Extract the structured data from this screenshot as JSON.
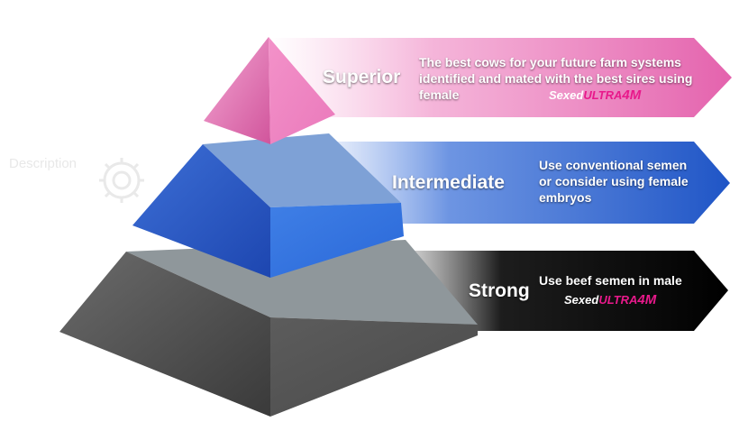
{
  "tiers": [
    {
      "name": "Superior",
      "description": "The best cows for your future farm systems identified and mated with the best sires using female",
      "logo": {
        "sexed": "Sexed",
        "ultra": "ULTRA",
        "fourm": "4M"
      },
      "color": "#e86fb5"
    },
    {
      "name": "Intermediate",
      "description": "Use conventional semen or consider using female embryos",
      "color": "#2a5fc4"
    },
    {
      "name": "Strong",
      "description": "Use beef semen in male",
      "logo": {
        "sexed": "Sexed",
        "ultra": "ULTRA",
        "fourm": "4M"
      },
      "color": "#000000"
    }
  ],
  "background_watermark": {
    "text": "Description",
    "icon": "gear-icon"
  }
}
